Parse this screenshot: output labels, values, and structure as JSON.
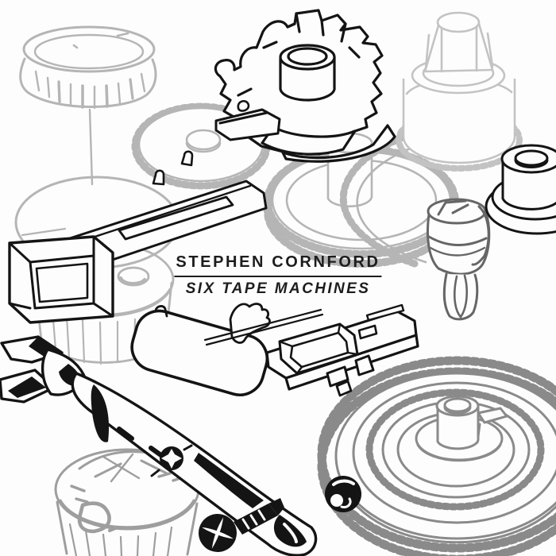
{
  "artwork": {
    "artist": "STEPHEN CORNFORD",
    "title": "SIX TAPE MACHINES"
  },
  "colors": {
    "background": "#fdfdfd",
    "text": "#1d1d1d",
    "ink": "#141414",
    "gray_light": "#b5b5b5",
    "gray_pale": "#c3c3c3",
    "gray_mid": "#8a8a8a",
    "gray_dark": "#666666",
    "gray_drum": "#9e9e9e"
  },
  "illustration": {
    "style": "isometric technical line drawings of tape machine parts",
    "parts": [
      {
        "name": "ribbed-knob-top-left",
        "color": "gray_light"
      },
      {
        "name": "flywheel-disc-left",
        "color": "gray_light"
      },
      {
        "name": "toothed-disc-center-left",
        "color": "gray_light"
      },
      {
        "name": "large-gear-center",
        "color": "gray_light"
      },
      {
        "name": "partial-gear-right",
        "color": "gray_light"
      },
      {
        "name": "capstan-cone-gear-top-right",
        "color": "gray_pale"
      },
      {
        "name": "ribbed-drum-mid-left",
        "color": "gray_light"
      },
      {
        "name": "motor-drum-bottom-left",
        "color": "gray_drum"
      },
      {
        "name": "large-gear-bottom-right",
        "color": "gray_mid"
      },
      {
        "name": "cam-wheel-top-center",
        "color": "ink"
      },
      {
        "name": "flanged-bushing-right",
        "color": "ink"
      },
      {
        "name": "roller-knob-mid-right",
        "color": "gray_dark"
      },
      {
        "name": "head-bracket-mid-left",
        "color": "ink"
      },
      {
        "name": "carriage-rail-bottom-center",
        "color": "ink"
      },
      {
        "name": "lever-arm-bottom-left",
        "color": "ink"
      },
      {
        "name": "phillips-screw-bottom",
        "color": "ink"
      },
      {
        "name": "screw-head-on-gear",
        "color": "ink"
      }
    ]
  }
}
